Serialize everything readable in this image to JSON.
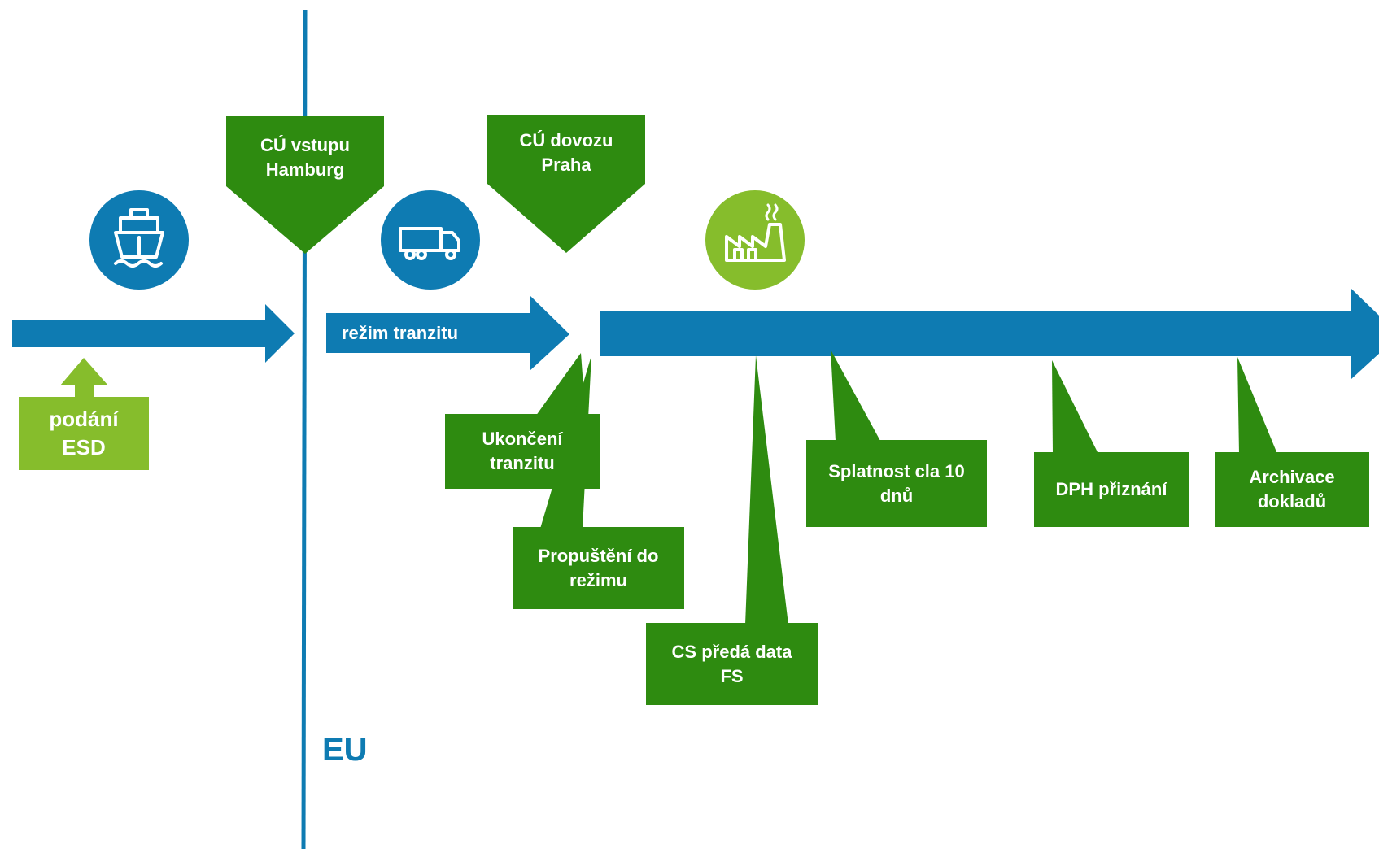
{
  "colors": {
    "blue": "#0e7bb2",
    "dark_green": "#2e8b10",
    "light_green": "#86bd2c",
    "white": "#ffffff"
  },
  "border": {
    "label": "EU"
  },
  "icons": {
    "ship": "ship-icon",
    "truck": "truck-icon",
    "factory": "factory-icon"
  },
  "flow": {
    "transit_label": "režim tranzitu"
  },
  "pre_border": {
    "esd_label": "podání\nESD"
  },
  "offices": {
    "entry": "CÚ vstupu\nHamburg",
    "import": "CÚ dovozu\nPraha"
  },
  "steps": {
    "transit_end": "Ukončení\ntranzitu",
    "release": "Propuštění do\nrežimu",
    "cs_fs": "CS předá data\nFS",
    "duty_due": "Splatnost cla 10\ndnů",
    "vat": "DPH přiznání",
    "archive": "Archivace\ndokladů"
  }
}
